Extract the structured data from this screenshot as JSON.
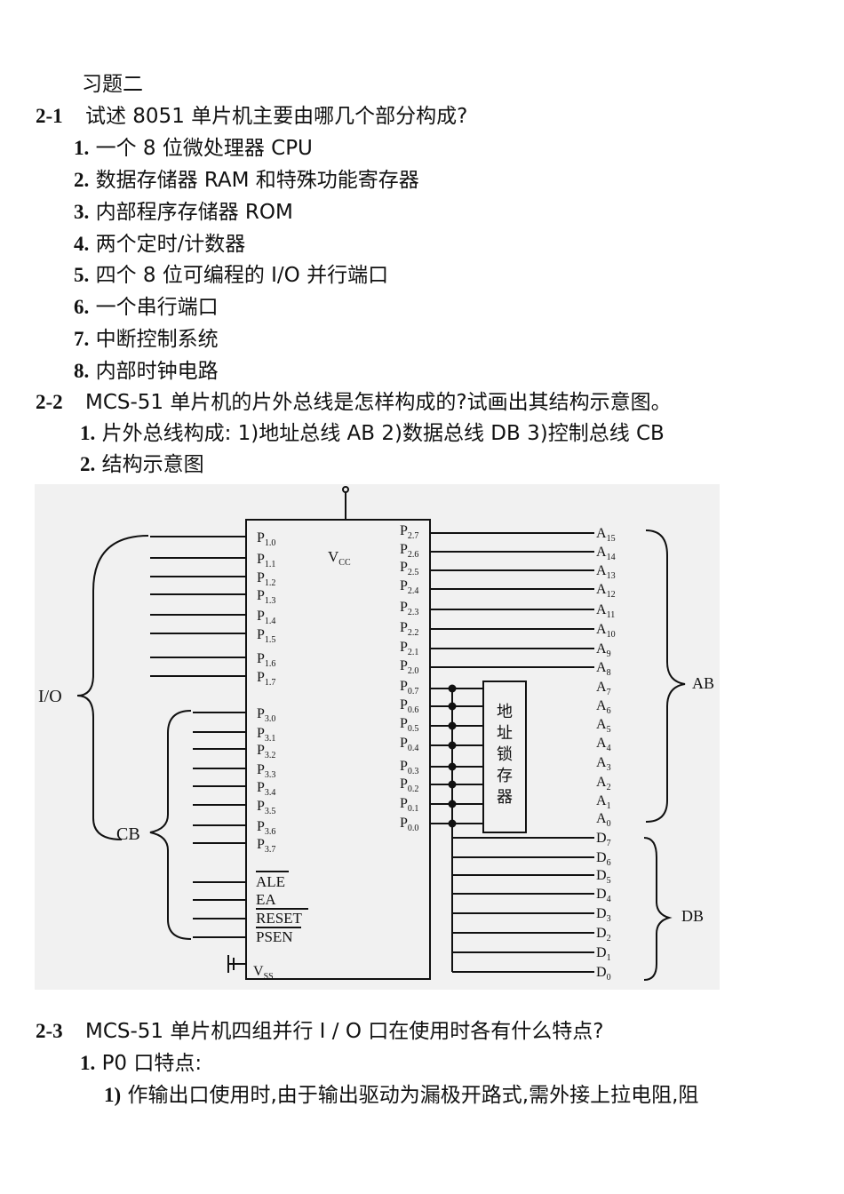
{
  "doc": {
    "title": "习题二",
    "q1": {
      "num": "2-1",
      "text": "试述 8051 单片机主要由哪几个部分构成?",
      "items": [
        {
          "n": "1.",
          "t": "一个 8 位微处理器 CPU"
        },
        {
          "n": "2.",
          "t": "数据存储器 RAM 和特殊功能寄存器"
        },
        {
          "n": "3.",
          "t": "内部程序存储器 ROM"
        },
        {
          "n": "4.",
          "t": "两个定时/计数器"
        },
        {
          "n": "5.",
          "t": "四个 8 位可编程的 I/O 并行端口"
        },
        {
          "n": "6.",
          "t": "一个串行端口"
        },
        {
          "n": "7.",
          "t": "中断控制系统"
        },
        {
          "n": "8.",
          "t": "内部时钟电路"
        }
      ]
    },
    "q2": {
      "num": "2-2",
      "text": "MCS-51 单片机的片外总线是怎样构成的?试画出其结构示意图。",
      "items": [
        {
          "n": "1.",
          "t": "片外总线构成: 1)地址总线 AB 2)数据总线 DB 3)控制总线 CB"
        },
        {
          "n": "2.",
          "t": "结构示意图"
        }
      ]
    },
    "q3": {
      "num": "2-3",
      "text": "MCS-51 单片机四组并行 I / O 口在使用时各有什么特点?",
      "items": [
        {
          "n": "1.",
          "t": "P0 口特点:"
        },
        {
          "n": "1)",
          "t": "作输出口使用时,由于输出驱动为漏极开路式,需外接上拉电阻,阻"
        }
      ]
    }
  },
  "figure": {
    "vcc": "VCC",
    "vss": "VSS",
    "p1": [
      "P1.0",
      "P1.1",
      "P1.2",
      "P1.3",
      "P1.4",
      "P1.5",
      "P1.6",
      "P1.7"
    ],
    "p3": [
      "P3.0",
      "P3.1",
      "P3.2",
      "P3.3",
      "P3.4",
      "P3.5",
      "P3.6",
      "P3.7"
    ],
    "ctrl": [
      "ALE",
      "EA",
      "RESET",
      "PSEN"
    ],
    "p2": [
      "P2.7",
      "P2.6",
      "P2.5",
      "P2.4",
      "P2.3",
      "P2.2",
      "P2.1",
      "P2.0"
    ],
    "p0": [
      "P0.7",
      "P0.6",
      "P0.5",
      "P0.4",
      "P0.3",
      "P0.2",
      "P0.1",
      "P0.0"
    ],
    "addr": [
      "A15",
      "A14",
      "A13",
      "A12",
      "A11",
      "A10",
      "A9",
      "A8",
      "A7",
      "A6",
      "A5",
      "A4",
      "A3",
      "A2",
      "A1",
      "A0"
    ],
    "data": [
      "D7",
      "D6",
      "D5",
      "D4",
      "D3",
      "D2",
      "D1",
      "D0"
    ],
    "latch": "地址锁存器",
    "labels": {
      "io": "I/O",
      "cb": "CB",
      "ab": "AB",
      "db": "DB"
    }
  }
}
